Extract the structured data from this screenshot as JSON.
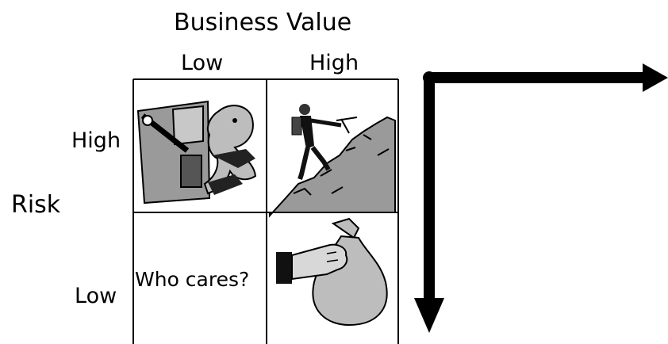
{
  "diagram": {
    "x_axis_title": "Business Value",
    "x_categories": [
      "Low",
      "High"
    ],
    "y_axis_title": "Risk",
    "y_categories": [
      "High",
      "Low"
    ],
    "quadrants": {
      "high_risk_low_value": {
        "icon": "vending-machine-fight-icon"
      },
      "high_risk_high_value": {
        "icon": "mountain-climber-icon"
      },
      "low_risk_low_value": {
        "text": "Who cares?"
      },
      "low_risk_high_value": {
        "icon": "money-bag-hand-icon"
      }
    },
    "colors": {
      "fill_gray": "#9a9a9a",
      "light_gray": "#c8c8c8",
      "line": "#000000"
    }
  }
}
